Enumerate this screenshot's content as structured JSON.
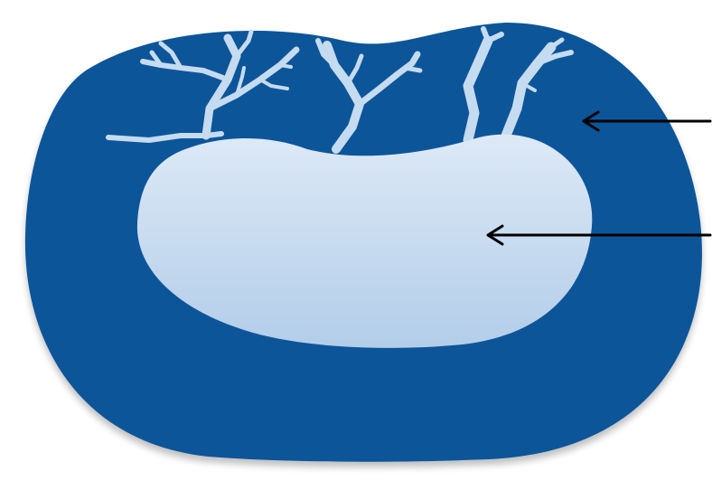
{
  "colors": {
    "outer_layer": "#0b5499",
    "inner_region_top": "#dde9f6",
    "inner_region_bottom": "#b3cde9",
    "vessels": "#c5dbf0",
    "arrows": "#000000",
    "background": "#ffffff"
  },
  "arrows": [
    {
      "name": "arrow-outer-layer",
      "points_to": "outer-layer"
    },
    {
      "name": "arrow-inner-region",
      "points_to": "inner-region"
    }
  ],
  "labels": []
}
